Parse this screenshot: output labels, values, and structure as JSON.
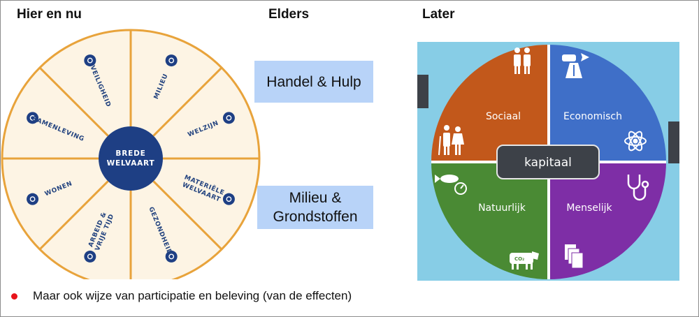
{
  "headings": {
    "here_now": "Hier en nu",
    "elsewhere": "Elders",
    "later": "Later"
  },
  "wheel": {
    "center": [
      "BREDE",
      "WELVAART"
    ],
    "segments": [
      {
        "label": [
          "MILIEU"
        ],
        "icon": "wind-turbine-icon"
      },
      {
        "label": [
          "WELZIJN"
        ],
        "icon": "people-group-icon"
      },
      {
        "label": [
          "MATERIËLE",
          "WELVAART"
        ],
        "icon": "piggy-bank-icon"
      },
      {
        "label": [
          "GEZONDHEID"
        ],
        "icon": "heart-pulse-icon"
      },
      {
        "label": [
          "ARBEID &",
          "VRIJE TIJD"
        ],
        "icon": "briefcase-icon"
      },
      {
        "label": [
          "WONEN"
        ],
        "icon": "house-icon"
      },
      {
        "label": [
          "SAMENLEVING"
        ],
        "icon": "family-icon"
      },
      {
        "label": [
          "VEILIGHEID"
        ],
        "icon": "shield-icon"
      }
    ],
    "colors": {
      "ring": "#e8a33b",
      "fill": "#fdf4e4",
      "navy": "#1e3f84",
      "text": "#23437f"
    }
  },
  "boxes": {
    "trade_aid": "Handel & Hulp",
    "environment_resources": "Milieu & Grondstoffen"
  },
  "capital": {
    "center_label": "kapitaal",
    "quadrants": [
      {
        "label": "Sociaal",
        "color": "#c2581b",
        "icons": [
          "couple-icon",
          "elderly-couple-icon"
        ]
      },
      {
        "label": "Economisch",
        "color": "#3f6fc8",
        "icons": [
          "train-plane-icon",
          "atom-icon"
        ]
      },
      {
        "label": "Natuurlijk",
        "color": "#4a8a34",
        "icons": [
          "fish-gauge-icon",
          "cow-co2-icon"
        ]
      },
      {
        "label": "Menselijk",
        "color": "#7e2ea6",
        "icons": [
          "stethoscope-icon",
          "books-icon"
        ]
      }
    ],
    "background": "#87cde6",
    "co2_label": "CO₂"
  },
  "note": "Maar ook wijze van participatie en beleving (van de effecten)"
}
